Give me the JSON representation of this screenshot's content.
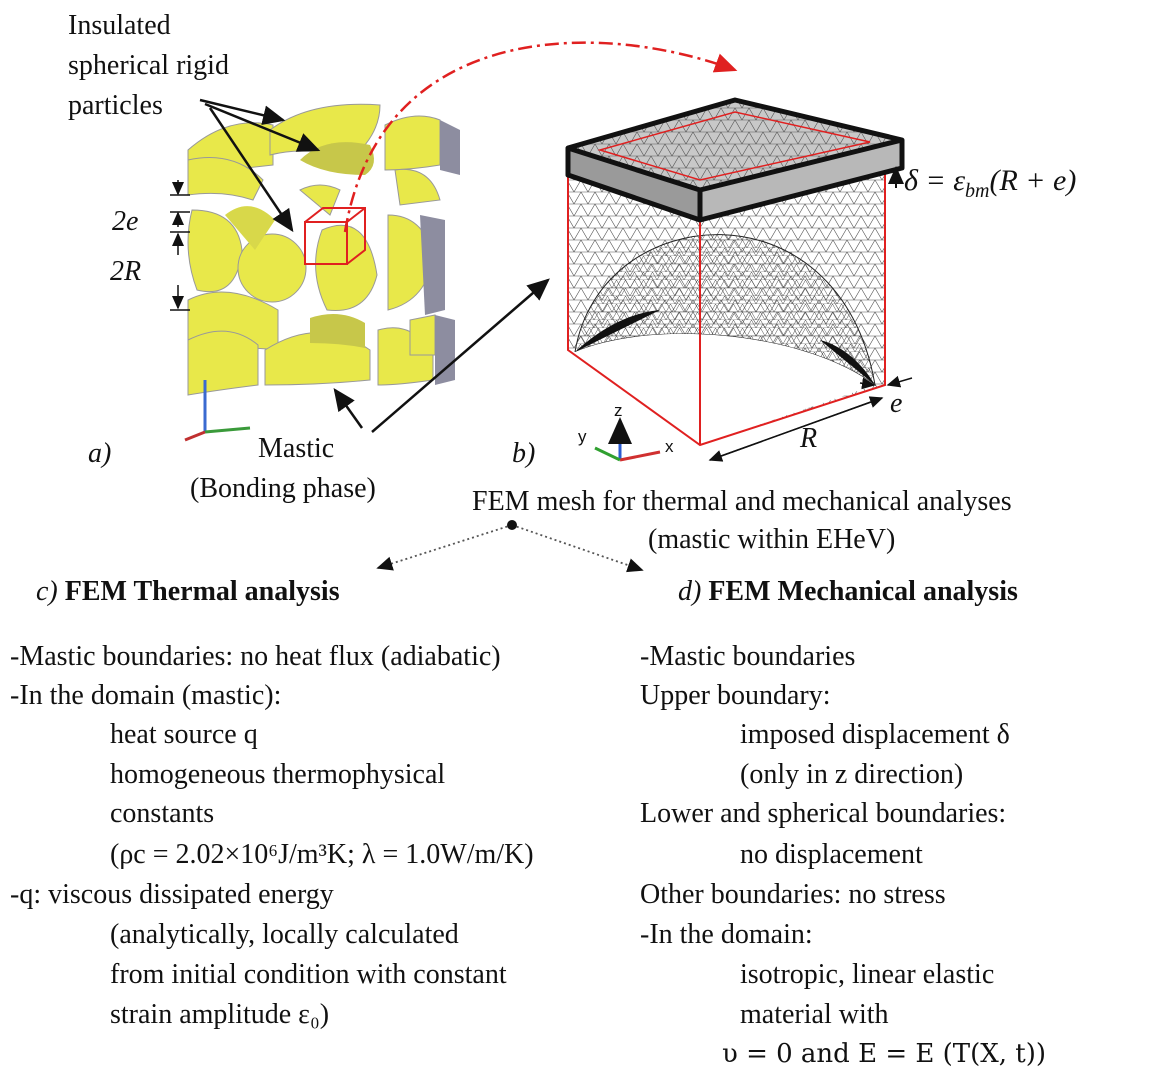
{
  "panel_a": {
    "label": "a)",
    "particles_label": [
      "Insulated",
      "spherical rigid",
      "particles"
    ],
    "dim_2e": "2e",
    "dim_2R": "2R",
    "mastic_label": "Mastic",
    "mastic_sublabel": "(Bonding phase)"
  },
  "panel_b": {
    "label": "b)",
    "displacement_eq": "δ = ε",
    "displacement_sub": "bm",
    "displacement_tail": "(R + e)",
    "dim_e": "e",
    "dim_R": "R",
    "axis_y": "y",
    "axis_z": "z",
    "axis_x": "x",
    "mesh_caption_1": "FEM mesh for thermal and mechanical analyses",
    "mesh_caption_2": "(mastic within EHeV)"
  },
  "panel_c": {
    "prefix": "c)",
    "title": "FEM Thermal analysis",
    "lines": [
      "-Mastic boundaries: no heat flux (adiabatic)",
      "-In the domain (mastic):",
      "heat source q",
      "homogeneous thermophysical",
      "constants",
      "(ρc = 2.02×10⁶J/m³K; λ = 1.0W/m/K)",
      "-q: viscous dissipated energy",
      "(analytically, locally calculated",
      "from initial condition with constant",
      "strain amplitude ε₀)"
    ]
  },
  "panel_d": {
    "prefix": "d)",
    "title": "FEM Mechanical analysis",
    "lines": [
      "-Mastic boundaries",
      "Upper boundary:",
      "imposed displacement δ",
      "(only in z direction)",
      "Lower and spherical boundaries:",
      "no displacement",
      "Other boundaries: no stress",
      "-In the domain:",
      "isotropic, linear elastic",
      "material with",
      "υ = 0 and E = E (T(X, t))"
    ]
  },
  "colors": {
    "particle": "#e8e84a",
    "particle_shadow": "#9a9aa8",
    "red": "#e02020",
    "black": "#111111",
    "mesh_top": "#c8c8c8"
  }
}
